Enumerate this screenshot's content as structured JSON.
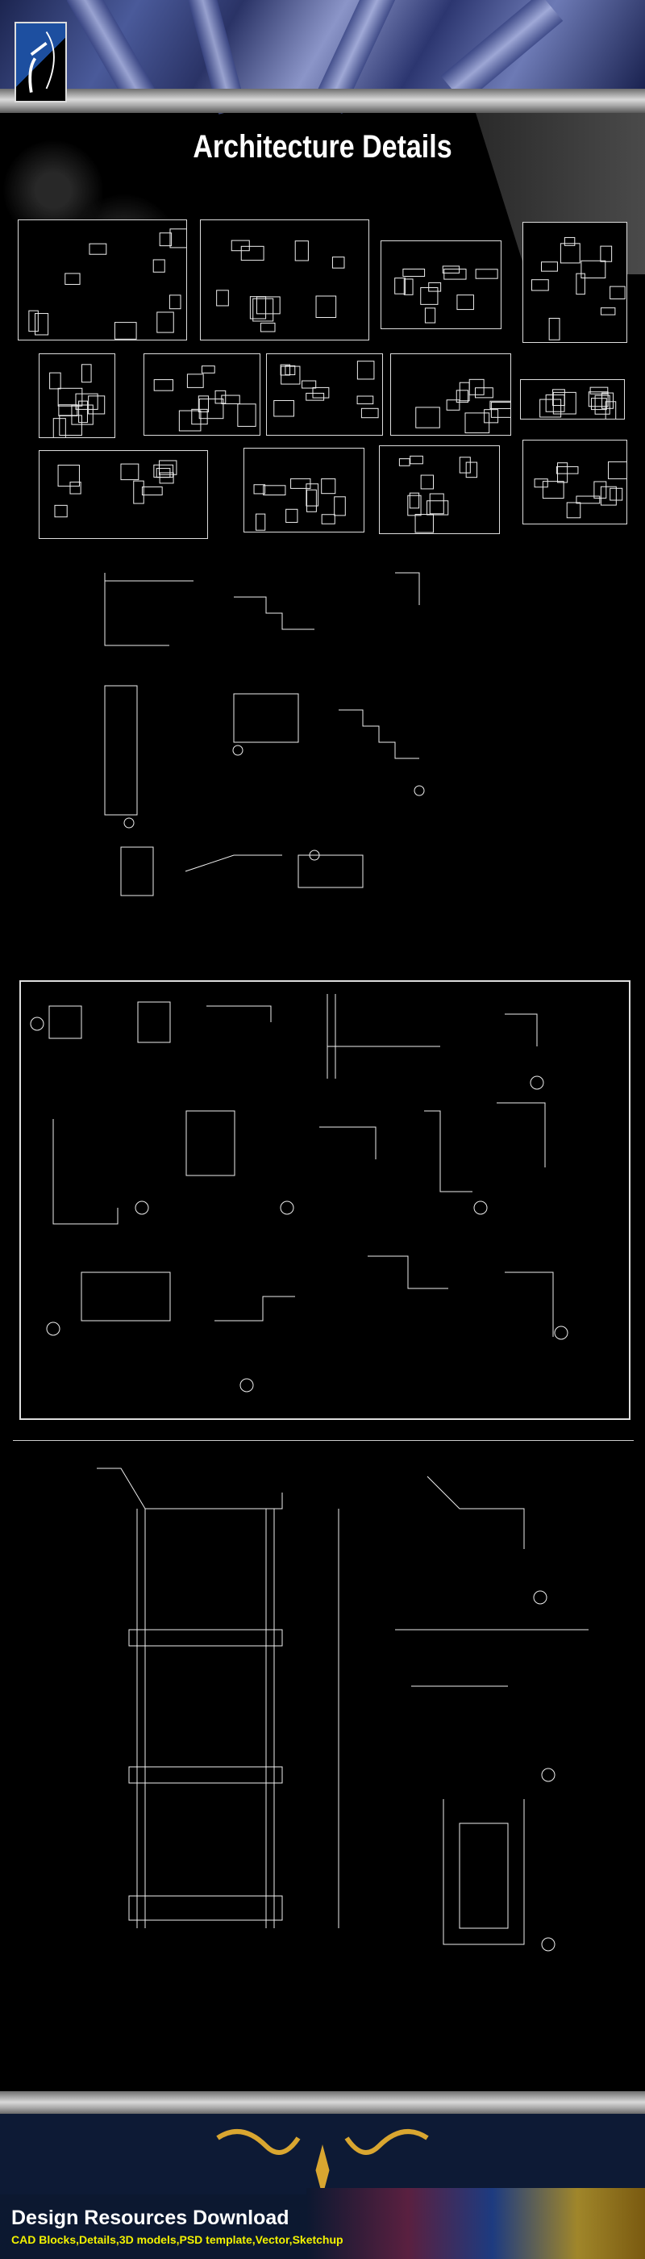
{
  "header": {
    "title": "Architecture Details",
    "logo": "archer-logo"
  },
  "footer": {
    "title": "Design Resources Download",
    "subtitle": "CAD Blocks,Details,3D models,PSD template,Vector,Sketchup",
    "ornament": "gold-scroll-ornament"
  },
  "colors": {
    "background": "#000000",
    "footer_bg": "#0c1830",
    "subtitle": "#f2f200",
    "accent_gold": "#d9a630"
  }
}
